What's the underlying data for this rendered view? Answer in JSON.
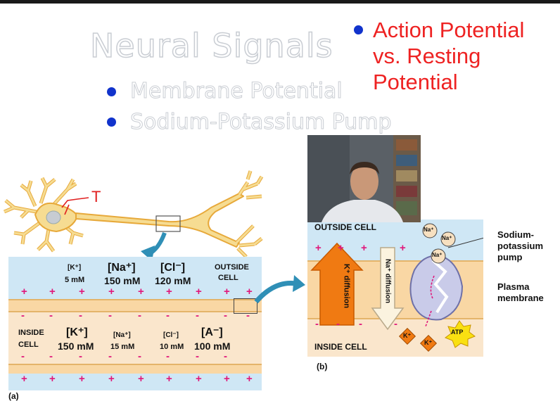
{
  "slide": {
    "title": "Neural Signals",
    "bullets": [
      "Membrane Potential",
      "Sodium-Potassium Pump"
    ],
    "right_bullet_lines": [
      "Action Potential",
      "vs. Resting",
      "Potential"
    ]
  },
  "colors": {
    "bullet": "#1133cc",
    "red_text": "#ee2222",
    "outside_fluid": "#cfe7f5",
    "membrane": "#f9d7a4",
    "inside_fluid": "#fae6cc",
    "neuron": "#f6dc92",
    "plus_minus": "#e0177a",
    "arrow_teal": "#2f8fb6",
    "k_arrow": "#f07a12"
  },
  "panel_a": {
    "outside_conc": [
      {
        "ion": "[K⁺]",
        "value": "5 mM"
      },
      {
        "ion": "[Na⁺]",
        "value": "150 mM"
      },
      {
        "ion": "[Cl⁻]",
        "value": "120 mM"
      }
    ],
    "outside_label": [
      "OUTSIDE",
      "CELL"
    ],
    "inside_label": [
      "INSIDE",
      "CELL"
    ],
    "inside_conc": [
      {
        "ion": "[K⁺]",
        "value": "150 mM"
      },
      {
        "ion": "[Na⁺]",
        "value": "15 mM"
      },
      {
        "ion": "[Cl⁻]",
        "value": "10 mM"
      },
      {
        "ion": "[A⁻]",
        "value": "100 mM"
      }
    ],
    "annotation": "T",
    "caption": "(a)"
  },
  "panel_b": {
    "outside_label": "OUTSIDE CELL",
    "inside_label": "INSIDE CELL",
    "k_diffusion": "K⁺ diffusion",
    "na_diffusion": "Na⁺ diffusion",
    "na_ion": "Na⁺",
    "k_ion": "K⁺",
    "atp": "ATP",
    "pump_label": [
      "Sodium-",
      "potassium",
      "pump"
    ],
    "membrane_label": [
      "Plasma",
      "membrane"
    ],
    "caption": "(b)"
  }
}
